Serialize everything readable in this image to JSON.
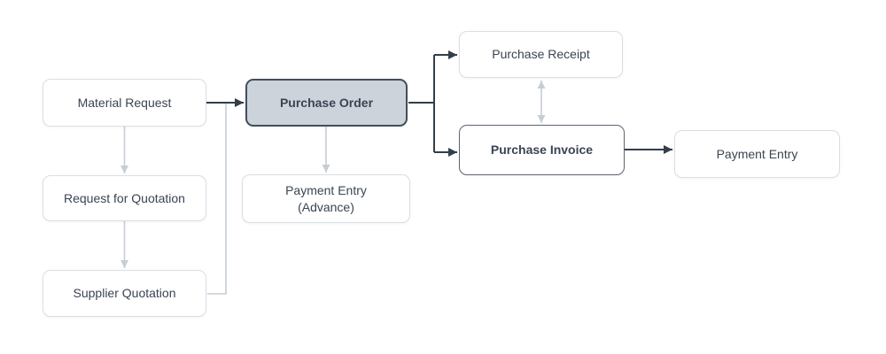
{
  "diagram": {
    "name": "purchase-cycle-flowchart",
    "nodes": [
      {
        "id": "material-request",
        "label": "Material Request",
        "variant": "default"
      },
      {
        "id": "purchase-order",
        "label": "Purchase Order",
        "variant": "active"
      },
      {
        "id": "purchase-receipt",
        "label": "Purchase Receipt",
        "variant": "default"
      },
      {
        "id": "purchase-invoice",
        "label": "Purchase Invoice",
        "variant": "emphasis"
      },
      {
        "id": "payment-entry",
        "label": "Payment Entry",
        "variant": "default"
      },
      {
        "id": "request-for-quotation",
        "label": "Request for Quotation",
        "variant": "default"
      },
      {
        "id": "supplier-quotation",
        "label": "Supplier Quotation",
        "variant": "default"
      },
      {
        "id": "payment-entry-advance",
        "label": "Payment Entry",
        "label_line2": "(Advance)",
        "variant": "default"
      }
    ],
    "edges": [
      {
        "from": "material-request",
        "to": "purchase-order",
        "style": "dark",
        "direction": "forward"
      },
      {
        "from": "material-request",
        "to": "request-for-quotation",
        "style": "light",
        "direction": "forward"
      },
      {
        "from": "request-for-quotation",
        "to": "supplier-quotation",
        "style": "light",
        "direction": "forward"
      },
      {
        "from": "supplier-quotation",
        "to": "purchase-order",
        "style": "light",
        "direction": "join"
      },
      {
        "from": "purchase-order",
        "to": "payment-entry-advance",
        "style": "light",
        "direction": "forward"
      },
      {
        "from": "purchase-order",
        "to": "purchase-receipt",
        "style": "dark",
        "direction": "forward"
      },
      {
        "from": "purchase-order",
        "to": "purchase-invoice",
        "style": "dark",
        "direction": "forward"
      },
      {
        "from": "purchase-receipt",
        "to": "purchase-invoice",
        "style": "light",
        "direction": "both"
      },
      {
        "from": "purchase-invoice",
        "to": "payment-entry",
        "style": "dark",
        "direction": "forward"
      }
    ],
    "colors": {
      "background": "#ffffff",
      "node_fill": "#ffffff",
      "node_border": "#d9dee6",
      "node_text": "#3a4452",
      "active_node_fill": "#cdd3da",
      "active_node_border": "#434e5b",
      "emphasis_node_border": "#5c6672",
      "dark_edge": "#333e4b",
      "light_edge": "#c7cdd5"
    }
  }
}
